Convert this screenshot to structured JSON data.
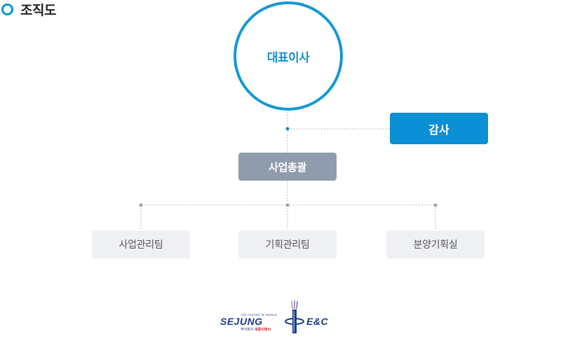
{
  "page": {
    "title": "조직도"
  },
  "org": {
    "ceo": "대표이사",
    "audit": "감사",
    "general": "사업총괄",
    "teams": [
      "사업관리팀",
      "기획관리팀",
      "분양기획실"
    ]
  },
  "logo": {
    "tagline": "THE CENTER OF WORLD",
    "name_left": "SEJUNG",
    "name_right": "E&C",
    "korean_prefix": "주식회사",
    "korean_name": "세중이앤씨"
  },
  "colors": {
    "accent": "#1398d6",
    "audit": "#0b8fd5",
    "general": "#8f9cad",
    "team": "#eef0f3",
    "connector": "#b5bcc6",
    "dot": "#2f7fd0"
  }
}
